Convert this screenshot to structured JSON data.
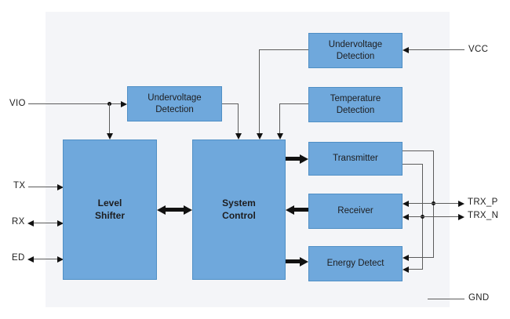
{
  "blocks": {
    "level_shifter": {
      "label": "Level Shifter"
    },
    "system_control": {
      "label": "System Control"
    },
    "undervoltage_detection_io": {
      "label": "Undervoltage Detection"
    },
    "undervoltage_detection_vcc": {
      "label": "Undervoltage Detection"
    },
    "temperature_detection": {
      "label": "Temperature Detection"
    },
    "transmitter": {
      "label": "Transmitter"
    },
    "receiver": {
      "label": "Receiver"
    },
    "energy_detect": {
      "label": "Energy Detect"
    }
  },
  "pins": {
    "vio": "VIO",
    "tx": "TX",
    "rx": "RX",
    "ed": "ED",
    "vcc": "VCC",
    "trx_p": "TRX_P",
    "trx_n": "TRX_N",
    "gnd": "GND"
  },
  "colors": {
    "block_fill": "#6fa8dc",
    "block_border": "#4f8fc5",
    "chip_background": "#f4f5f8",
    "connector_line": "#5c5c5c",
    "arrow_black": "#111111"
  }
}
